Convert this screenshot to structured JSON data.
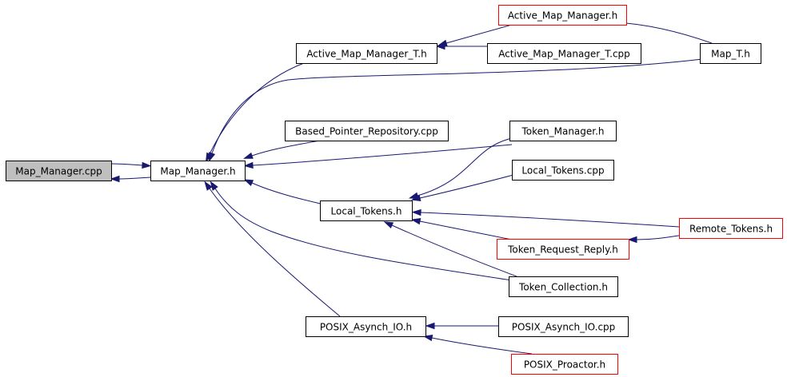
{
  "graph": {
    "title": "Map_Manager.cpp include dependency graph",
    "colors": {
      "edge": "#191970",
      "node_border": "#000000",
      "truncated_border": "#ff0000",
      "current_fill": "#bfbfbf",
      "node_fill": "#ffffff"
    },
    "nodes": [
      {
        "id": "map_manager_cpp",
        "label": "Map_Manager.cpp",
        "style": "current"
      },
      {
        "id": "map_manager_h",
        "label": "Map_Manager.h",
        "style": "normal"
      },
      {
        "id": "active_map_manager_t_h",
        "label": "Active_Map_Manager_T.h",
        "style": "normal"
      },
      {
        "id": "active_map_manager_h",
        "label": "Active_Map_Manager.h",
        "style": "truncated"
      },
      {
        "id": "active_map_manager_t_cpp",
        "label": "Active_Map_Manager_T.cpp",
        "style": "normal"
      },
      {
        "id": "map_t_h",
        "label": "Map_T.h",
        "style": "normal"
      },
      {
        "id": "based_pointer_repository_cpp",
        "label": "Based_Pointer_Repository.cpp",
        "style": "normal"
      },
      {
        "id": "token_manager_h",
        "label": "Token_Manager.h",
        "style": "normal"
      },
      {
        "id": "local_tokens_cpp",
        "label": "Local_Tokens.cpp",
        "style": "normal"
      },
      {
        "id": "local_tokens_h",
        "label": "Local_Tokens.h",
        "style": "normal"
      },
      {
        "id": "remote_tokens_h",
        "label": "Remote_Tokens.h",
        "style": "truncated"
      },
      {
        "id": "token_request_reply_h",
        "label": "Token_Request_Reply.h",
        "style": "truncated"
      },
      {
        "id": "token_collection_h",
        "label": "Token_Collection.h",
        "style": "normal"
      },
      {
        "id": "posix_asynch_io_h",
        "label": "POSIX_Asynch_IO.h",
        "style": "normal"
      },
      {
        "id": "posix_asynch_io_cpp",
        "label": "POSIX_Asynch_IO.cpp",
        "style": "normal"
      },
      {
        "id": "posix_proactor_h",
        "label": "POSIX_Proactor.h",
        "style": "truncated"
      }
    ],
    "edges": [
      {
        "from": "map_manager_cpp",
        "to": "map_manager_h"
      },
      {
        "from": "map_manager_h",
        "to": "map_manager_cpp"
      },
      {
        "from": "active_map_manager_t_h",
        "to": "map_manager_h"
      },
      {
        "from": "active_map_manager_h",
        "to": "active_map_manager_t_h"
      },
      {
        "from": "active_map_manager_t_cpp",
        "to": "active_map_manager_t_h"
      },
      {
        "from": "map_t_h",
        "to": "active_map_manager_h"
      },
      {
        "from": "map_t_h",
        "to": "map_manager_h"
      },
      {
        "from": "based_pointer_repository_cpp",
        "to": "map_manager_h"
      },
      {
        "from": "token_manager_h",
        "to": "map_manager_h"
      },
      {
        "from": "token_manager_h",
        "to": "local_tokens_h"
      },
      {
        "from": "local_tokens_cpp",
        "to": "local_tokens_h"
      },
      {
        "from": "local_tokens_h",
        "to": "map_manager_h"
      },
      {
        "from": "remote_tokens_h",
        "to": "local_tokens_h"
      },
      {
        "from": "remote_tokens_h",
        "to": "token_request_reply_h"
      },
      {
        "from": "token_request_reply_h",
        "to": "local_tokens_h"
      },
      {
        "from": "token_collection_h",
        "to": "local_tokens_h"
      },
      {
        "from": "token_collection_h",
        "to": "map_manager_h"
      },
      {
        "from": "posix_asynch_io_h",
        "to": "map_manager_h"
      },
      {
        "from": "posix_asynch_io_cpp",
        "to": "posix_asynch_io_h"
      },
      {
        "from": "posix_proactor_h",
        "to": "posix_asynch_io_h"
      }
    ]
  }
}
